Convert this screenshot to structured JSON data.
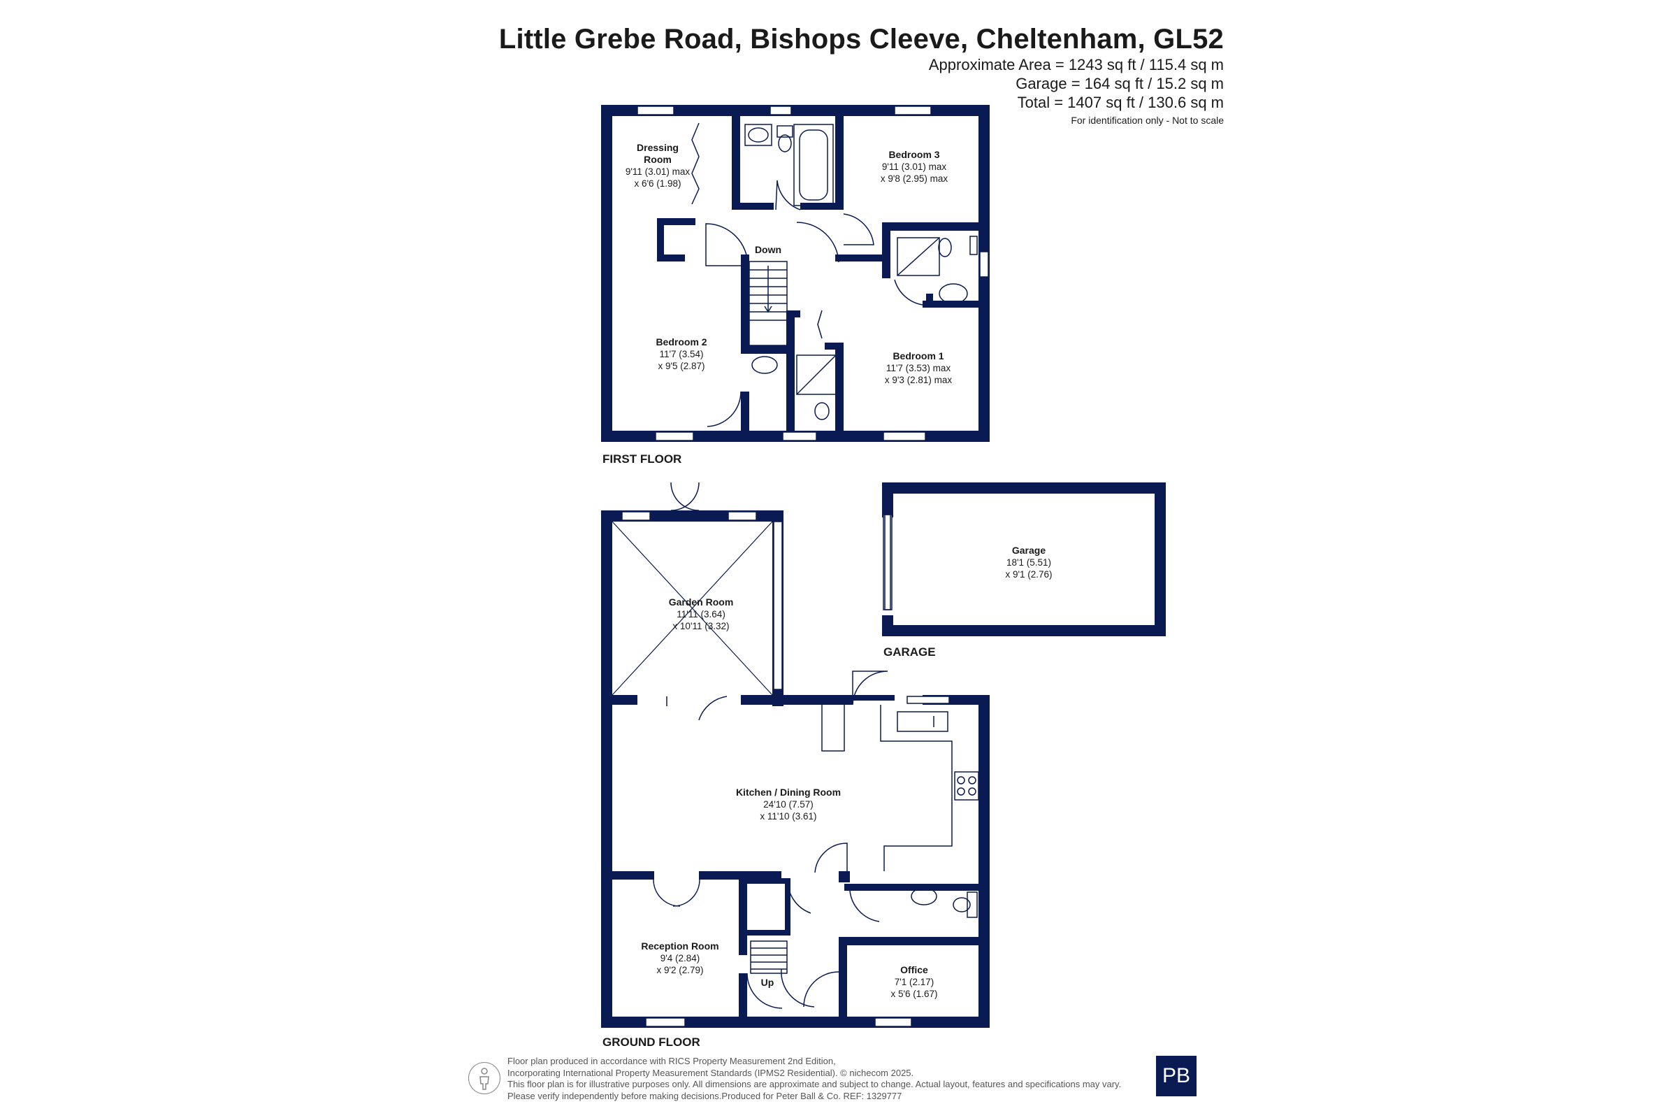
{
  "header": {
    "title": "Little Grebe Road, Bishops Cleeve, Cheltenham, GL52",
    "area": "Approximate Area = 1243 sq ft / 115.4 sq m",
    "garage": "Garage = 164 sq ft / 15.2 sq m",
    "total": "Total = 1407 sq ft / 130.6 sq m",
    "note": "For identification only - Not to scale"
  },
  "floors": {
    "first": "FIRST FLOOR",
    "ground": "GROUND FLOOR",
    "garage": "GARAGE"
  },
  "rooms": {
    "dressing": {
      "name1": "Dressing",
      "name2": "Room",
      "dim1": "9'11 (3.01) max",
      "dim2": "x 6'6 (1.98)"
    },
    "bedroom3": {
      "name": "Bedroom 3",
      "dim1": "9'11 (3.01) max",
      "dim2": "x 9'8 (2.95) max"
    },
    "bedroom2": {
      "name": "Bedroom 2",
      "dim1": "11'7 (3.54)",
      "dim2": "x 9'5 (2.87)"
    },
    "bedroom1": {
      "name": "Bedroom 1",
      "dim1": "11'7 (3.53) max",
      "dim2": "x 9'3 (2.81) max"
    },
    "garden": {
      "name": "Garden Room",
      "dim1": "11'11 (3.64)",
      "dim2": "x 10'11 (3.32)"
    },
    "garage": {
      "name": "Garage",
      "dim1": "18'1 (5.51)",
      "dim2": "x 9'1 (2.76)"
    },
    "kitchen": {
      "name": "Kitchen / Dining Room",
      "dim1": "24'10 (7.57)",
      "dim2": "x 11'10 (3.61)"
    },
    "reception": {
      "name": "Reception Room",
      "dim1": "9'4 (2.84)",
      "dim2": "x 9'2 (2.79)"
    },
    "office": {
      "name": "Office",
      "dim1": "7'1 (2.17)",
      "dim2": "x 5'6 (1.67)"
    }
  },
  "stairs": {
    "down": "Down",
    "up": "Up"
  },
  "footer": {
    "line1": "Floor plan produced in accordance with RICS Property Measurement 2nd Edition,",
    "line2": "Incorporating International Property Measurement Standards (IPMS2 Residential).  © nichecom 2025.",
    "line3": "This floor plan is for illustrative purposes only. All dimensions are approximate and subject to change. Actual layout, features and specifications may vary.",
    "line4": "Please verify independently before making decisions.Produced for Peter Ball & Co.   REF:  1329777",
    "logo": "PB"
  },
  "colors": {
    "wall": "#0a1a52",
    "text": "#1a1a1a"
  }
}
